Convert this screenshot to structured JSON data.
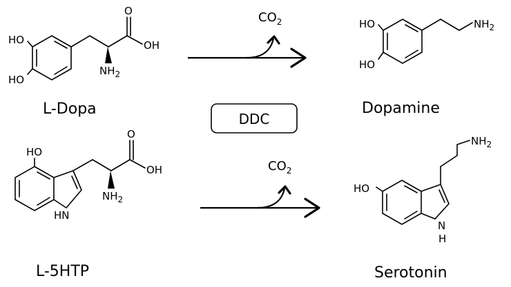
{
  "enzyme": {
    "label": "DDC"
  },
  "reactions": [
    {
      "substrate": {
        "name": "L-Dopa",
        "atoms": {
          "ho_top": "HO",
          "ho_bottom": "HO",
          "oh": "OH",
          "o": "O",
          "nh2": "NH",
          "nh2_sub": "2"
        }
      },
      "byproduct": {
        "text": "CO",
        "sub": "2"
      },
      "product": {
        "name": "Dopamine",
        "atoms": {
          "ho_top": "HO",
          "ho_bottom": "HO",
          "nh2": "NH",
          "nh2_sub": "2"
        }
      }
    },
    {
      "substrate": {
        "name": "L-5HTP",
        "atoms": {
          "ho": "HO",
          "hn": "HN",
          "oh": "OH",
          "o": "O",
          "nh2": "NH",
          "nh2_sub": "2"
        }
      },
      "byproduct": {
        "text": "CO",
        "sub": "2"
      },
      "product": {
        "name": "Serotonin",
        "atoms": {
          "ho": "HO",
          "n": "N",
          "h": "H",
          "nh2": "NH",
          "nh2_sub": "2"
        }
      }
    }
  ]
}
